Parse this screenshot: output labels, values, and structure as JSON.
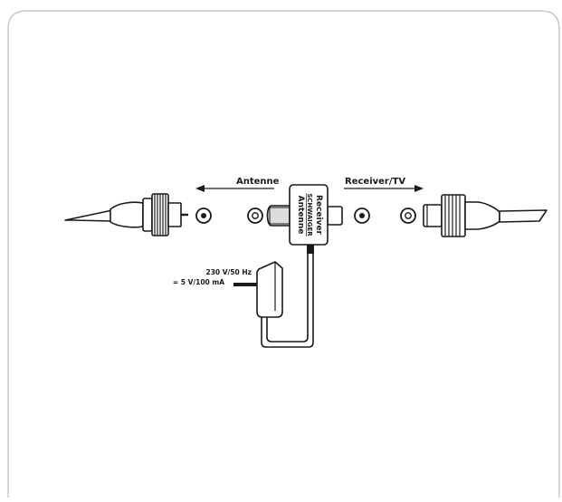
{
  "labels": {
    "antenna_direction": "Antenne",
    "receiver_direction": "Receiver/TV",
    "power_spec_line1": "230 V/50 Hz",
    "power_spec_line2": "= 5 V/100 mA"
  },
  "amplifier_box": {
    "label_antenne": "Antenne",
    "brand": "SCHWAIGER",
    "label_receiver": "Receiver"
  },
  "colors": {
    "line": "#1a1a1a",
    "frame": "#c8c8c8",
    "background": "#ffffff"
  }
}
